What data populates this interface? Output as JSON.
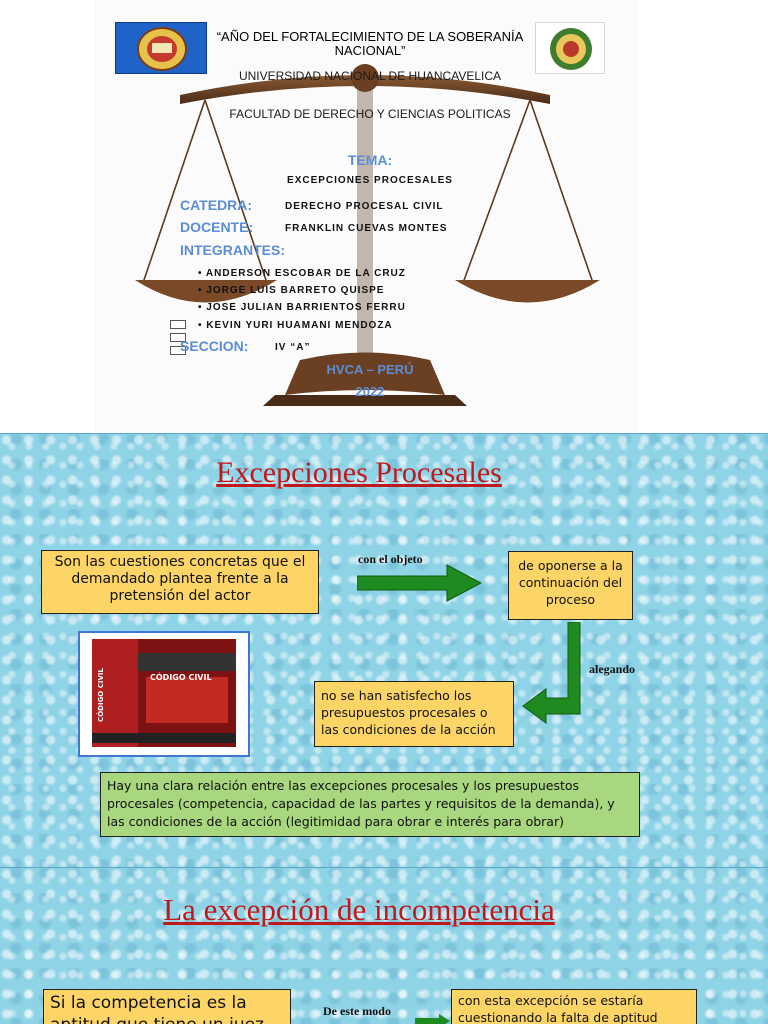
{
  "cover": {
    "year_motto": "“AÑO DEL FORTALECIMIENTO DE LA SOBERANÍA NACIONAL”",
    "university": "UNIVERSIDAD NACIONAL DE HUANCAVELICA",
    "faculty": "FACULTAD DE DERECHO Y CIENCIAS POLITICAS",
    "topic_label": "TEMA:",
    "topic": "EXCEPCIONES PROCESALES",
    "chair_label": "CATEDRA:",
    "chair": "DERECHO PROCESAL CIVIL",
    "teacher_label": "DOCENTE:",
    "teacher": "FRANKLIN CUEVAS MONTES",
    "members_label": "INTEGRANTES:",
    "members": [
      "ANDERSON ESCOBAR DE LA CRUZ",
      "JORGE LUIS BARRETO QUISPE",
      "JOSE JULIAN BARRIENTOS FERRU",
      "KEVIN YURI HUAMANI MENDOZA"
    ],
    "section_label": "SECCION:",
    "section": "IV “A”",
    "place": "HVCA – PERÚ",
    "year": "2022"
  },
  "slide2": {
    "title": "Excepciones Procesales",
    "box1": "Son las cuestiones concretas que el demandado plantea frente a la pretensión del actor",
    "arrow1_label": "con el objeto",
    "box2": "de oponerse a la continuación del proceso",
    "arrow2_label": "alegando",
    "box3": "no se han satisfecho los presupuestos procesales o las condiciones de la acción",
    "box4": "Hay una clara relación entre las excepciones procesales y los presupuestos procesales (competencia, capacidad de las partes y requisitos de la demanda), y las condiciones de la acción (legitimidad para obrar e interés para obrar)",
    "book_title": "CÓDIGO CIVIL",
    "book_spine": "CÓDIGO CIVIL"
  },
  "slide3": {
    "title": "La excepción de incompetencia",
    "box1": "Si la competencia es la aptitud que tiene un juez",
    "arrow_label": "De este modo",
    "box2": "con esta excepción se estaría cuestionando la falta de aptitud"
  },
  "colors": {
    "title_red": "#c0181b",
    "box_yellow": "#fdd567",
    "box_green": "#a9d77f",
    "arrow_green": "#1f8a1f",
    "water": "#8fd3e6",
    "cover_blue": "#5b8dd6"
  }
}
